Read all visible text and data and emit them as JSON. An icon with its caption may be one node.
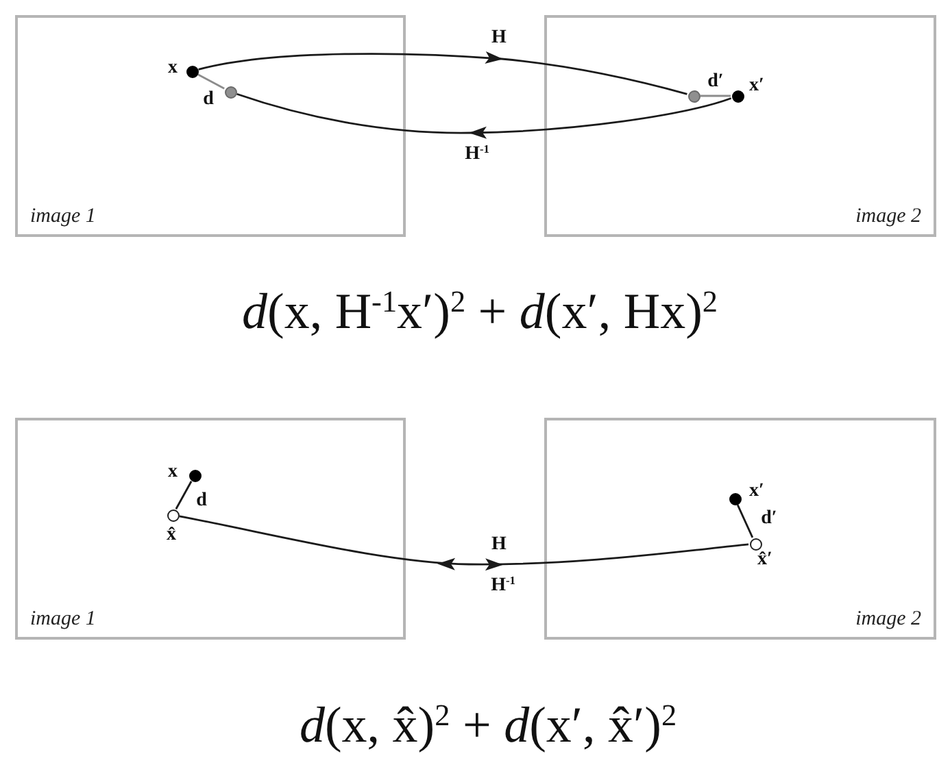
{
  "diagram": {
    "nodes": [
      {
        "text": [
          "image 1"
        ]
      },
      {
        "text": [],
        "shape": "circle",
        "beside": [
          "x"
        ],
        "in": 0
      },
      {
        "text": [],
        "shape": "circle",
        "in": 0
      },
      {
        "text": [
          "image 2"
        ]
      },
      {
        "text": [],
        "shape": "circle",
        "in": 3
      },
      {
        "text": [],
        "shape": "circle",
        "beside": [
          "x′"
        ],
        "in": 3
      },
      {
        "text": [
          "image 1"
        ]
      },
      {
        "text": [],
        "shape": "circle",
        "beside": [
          "x"
        ],
        "in": 6
      },
      {
        "text": [],
        "shape": "circle",
        "beside": [
          "x̂"
        ],
        "in": 6
      },
      {
        "text": [
          "image 2"
        ]
      },
      {
        "text": [],
        "shape": "circle",
        "beside": [
          "x′"
        ],
        "in": 9
      },
      {
        "text": [],
        "shape": "circle",
        "beside": [
          "x̂′"
        ],
        "in": 9
      }
    ],
    "edges": [
      {
        "from": 1,
        "to": 4,
        "arrow": "to",
        "label": "H"
      },
      {
        "from": 1,
        "to": 2,
        "arrow": "none",
        "label": "d",
        "color": "#8c8c8c"
      },
      {
        "from": 4,
        "to": 5,
        "arrow": "none",
        "label": "d′",
        "color": "#8c8c8c"
      },
      {
        "from": 5,
        "to": 2,
        "arrow": "to",
        "label": "H$^{-1}$"
      },
      {
        "from": 7,
        "to": 8,
        "arrow": "none",
        "label": "d"
      },
      {
        "from": 10,
        "to": 11,
        "arrow": "none",
        "label": "d′"
      },
      {
        "from": 8,
        "to": 11,
        "arrow": "both",
        "label": "H"
      }
    ],
    "labels": [
      "*d*(x, H$^{-1}$x′)$^{2}$ + *d*(x′, Hx)$^{2}$",
      "H$^{-1}$",
      "*d*(x, x̂)$^{2}$ + *d*(x′, x̂′)$^{2}$"
    ]
  }
}
